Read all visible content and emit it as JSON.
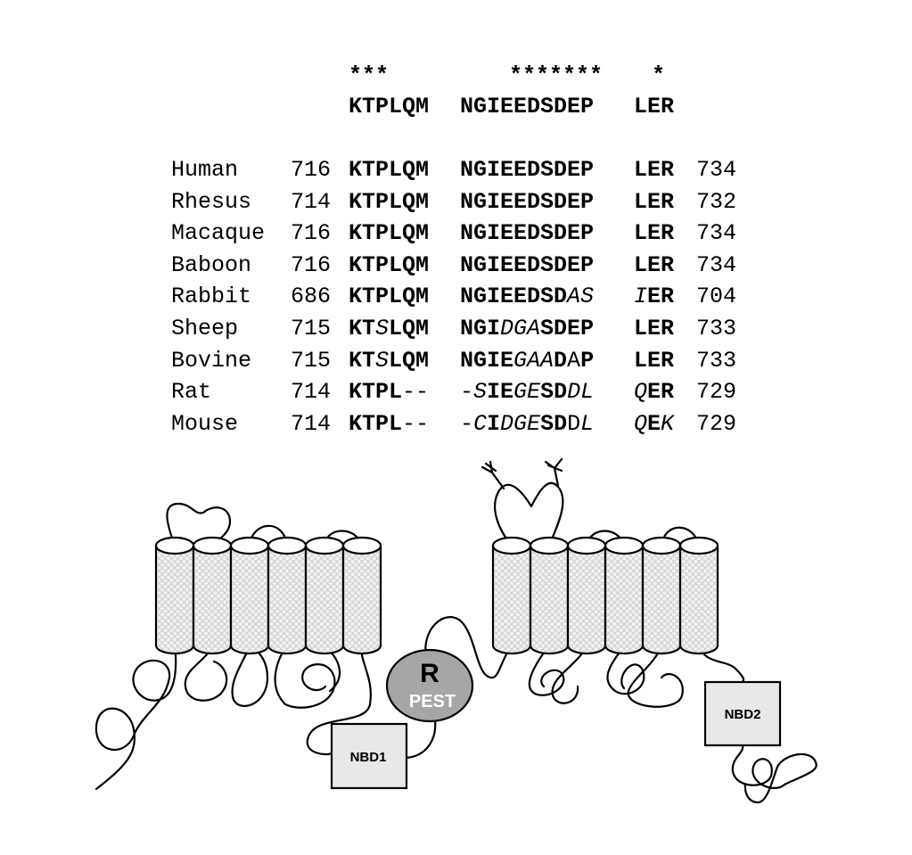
{
  "alignment": {
    "stars": [
      "***",
      "*******",
      "*"
    ],
    "consensus": [
      "KTPLQM",
      "NGIEEDSDEP",
      "LER"
    ],
    "rows": [
      {
        "species": "Human",
        "start": "716",
        "end": "734",
        "groups": [
          [
            [
              "KTPLQM",
              "b"
            ]
          ],
          [
            [
              "NGIEEDSDEP",
              "b"
            ]
          ],
          [
            [
              "LER",
              "b"
            ]
          ]
        ]
      },
      {
        "species": "Rhesus",
        "start": "714",
        "end": "732",
        "groups": [
          [
            [
              "KTPLQM",
              "b"
            ]
          ],
          [
            [
              "NGIEEDSDEP",
              "b"
            ]
          ],
          [
            [
              "LER",
              "b"
            ]
          ]
        ]
      },
      {
        "species": "Macaque",
        "start": "716",
        "end": "734",
        "groups": [
          [
            [
              "KTPLQM",
              "b"
            ]
          ],
          [
            [
              "NGIEEDSDEP",
              "b"
            ]
          ],
          [
            [
              "LER",
              "b"
            ]
          ]
        ]
      },
      {
        "species": "Baboon",
        "start": "716",
        "end": "734",
        "groups": [
          [
            [
              "KTPLQM",
              "b"
            ]
          ],
          [
            [
              "NGIEEDSDEP",
              "b"
            ]
          ],
          [
            [
              "LER",
              "b"
            ]
          ]
        ]
      },
      {
        "species": "Rabbit",
        "start": "686",
        "end": "704",
        "groups": [
          [
            [
              "KTPLQM",
              "b"
            ]
          ],
          [
            [
              "NGIEEDSD",
              "b"
            ],
            [
              "AS",
              "i"
            ]
          ],
          [
            [
              "I",
              "i"
            ],
            [
              "ER",
              "b"
            ]
          ]
        ]
      },
      {
        "species": "Sheep",
        "start": "715",
        "end": "733",
        "groups": [
          [
            [
              "KT",
              "b"
            ],
            [
              "S",
              "i"
            ],
            [
              "LQM",
              "b"
            ]
          ],
          [
            [
              "NGI",
              "b"
            ],
            [
              "DGA",
              "i"
            ],
            [
              "SDEP",
              "b"
            ]
          ],
          [
            [
              "LER",
              "b"
            ]
          ]
        ]
      },
      {
        "species": "Bovine",
        "start": "715",
        "end": "733",
        "groups": [
          [
            [
              "KT",
              "b"
            ],
            [
              "S",
              "i"
            ],
            [
              "LQM",
              "b"
            ]
          ],
          [
            [
              "NGIE",
              "b"
            ],
            [
              "GAA",
              "i"
            ],
            [
              "D",
              "b"
            ],
            [
              "A",
              "n"
            ],
            [
              "P",
              "b"
            ]
          ],
          [
            [
              "LER",
              "b"
            ]
          ]
        ]
      },
      {
        "species": "Rat",
        "start": "714",
        "end": "729",
        "groups": [
          [
            [
              "KTPL",
              "b"
            ],
            [
              "--",
              "n"
            ]
          ],
          [
            [
              "-",
              "n"
            ],
            [
              "S",
              "i"
            ],
            [
              "IE",
              "b"
            ],
            [
              "GE",
              "i"
            ],
            [
              "SD",
              "b"
            ],
            [
              "DL",
              "i"
            ]
          ],
          [
            [
              "Q",
              "i"
            ],
            [
              "ER",
              "b"
            ]
          ]
        ]
      },
      {
        "species": "Mouse",
        "start": "714",
        "end": "729",
        "groups": [
          [
            [
              "KTPL",
              "b"
            ],
            [
              "--",
              "n"
            ]
          ],
          [
            [
              "-",
              "n"
            ],
            [
              "C",
              "i"
            ],
            [
              "I",
              "b"
            ],
            [
              "DGE",
              "i"
            ],
            [
              "SD",
              "b"
            ],
            [
              "D",
              "n"
            ],
            [
              "L",
              "i"
            ]
          ],
          [
            [
              "Q",
              "i"
            ],
            [
              "E",
              "b"
            ],
            [
              "K",
              "i"
            ]
          ]
        ]
      }
    ]
  },
  "diagram": {
    "labels": {
      "r_domain": "R",
      "pest": "PEST",
      "nbd1": "NBD1",
      "nbd2": "NBD2"
    },
    "colors": {
      "line": "#000000",
      "helix_fill": "#f2f2f2",
      "r_ellipse": "#a6a6a6",
      "nbd_fill": "#e8e8e8",
      "pest_text": "#ffffff"
    }
  }
}
